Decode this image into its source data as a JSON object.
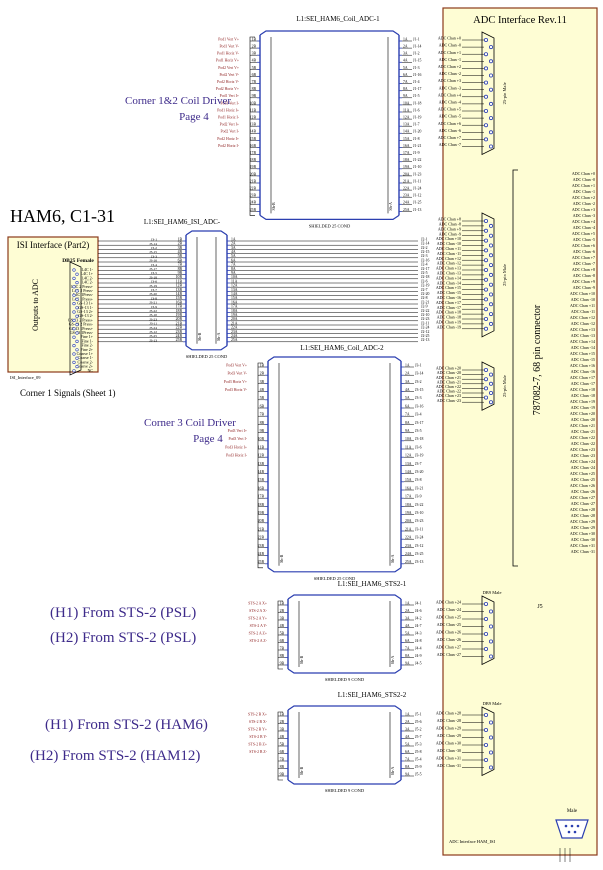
{
  "page": {
    "ham_title": "HAM6, C1-31",
    "corner12_label": "Corner 1&2 Coil Driver",
    "corner12_page": "Page 4",
    "corner3_label": "Corner 3 Coil Driver",
    "corner3_page": "Page 4",
    "corner1_signals": "Corner 1 Signals (Sheet 1)",
    "sts_h1_psl": "(H1)  From STS-2 (PSL)",
    "sts_h2_psl": "(H2)  From STS-2 (PSL)",
    "sts_h1_ham6": "(H1)  From STS-2 (HAM6)",
    "sts_h2_ham12": "(H2) From STS-2 (HAM12)",
    "footer_label": "ADC Interface HAM_ISI"
  },
  "isi_box": {
    "title": "ISI Interface (Part2)",
    "connector": "DB25 Female",
    "rotated": "Outputs to ADC",
    "footer": "ISI_Interface_09",
    "pins": [
      "L4C 1-",
      "L4C 1+",
      "L4C 2-",
      "L4C 2-",
      "L4C 2 Press+",
      "L4C 2 Press-",
      "L4C 1Press-",
      "L4C 1Press+",
      "GS-13 1+",
      "GS-13 1-",
      "GS-13 2+",
      "GS-13 2-",
      "GS-13 2 Press+",
      "GS-13 2 Press-",
      "GS-13 1Press+",
      "GS-13 1Press-",
      "Fine 1+",
      "Fine 1-",
      "Fine 2-",
      "Fine 2+",
      "Coarse 1+",
      "Coarse 1-",
      "Coarse 2-",
      "Coarse 2+",
      "NC"
    ]
  },
  "cables": {
    "coil_adc_1": "L1:SEI_HAM6_Coil_ADC-1",
    "isi_adc": "L1:SEI_HAM6_ISI_ADC-",
    "coil_adc_2": "L1:SEI_HAM6_Coil_ADC-2",
    "sts1": "L1:SEI_HAM6_STS2-1",
    "sts2": "L1:SEI_HAM6_STS2-2",
    "shielded_25": "SHIELDED 25 COND",
    "shielded_9": "SHIELDED 9 COND",
    "sh_a": "Sh-A",
    "sh_b": "Sh-B"
  },
  "adc_box": {
    "title": "ADC Interface Rev.11",
    "male25": "25-pin Male",
    "db9_male": "DB9 Male",
    "male": "Male",
    "conn1": [
      "ADC Chan +0",
      "ADC Chan -0",
      "ADC Chan +1",
      "ADC Chan -1",
      "ADC Chan +2",
      "ADC Chan -2",
      "ADC Chan +3",
      "ADC Chan -3",
      "ADC Chan +4",
      "ADC Chan -4",
      "ADC Chan +5",
      "ADC Chan -5",
      "ADC Chan +6",
      "ADC Chan -6",
      "ADC Chan +7",
      "ADC Chan -7"
    ],
    "conn2": [
      "ADC Chan +8",
      "ADC Chan -8",
      "ADC Chan +9",
      "ADC Chan -9",
      "ADC Chan +10",
      "ADC Chan -10",
      "ADC Chan +11",
      "ADC Chan -11",
      "ADC Chan +12",
      "ADC Chan -12",
      "ADC Chan +13",
      "ADC Chan -13",
      "ADC Chan +14",
      "ADC Chan -14",
      "ADC Chan +15",
      "ADC Chan -15",
      "ADC Chan -16",
      "ADC Chan +17",
      "ADC Chan -17",
      "ADC Chan +18",
      "ADC Chan -18",
      "ADC Chan +19",
      "ADC Chan -19"
    ],
    "conn3": [
      "ADC Chan +20",
      "ADC Chan -20",
      "ADC Chan +21",
      "ADC Chan -21",
      "ADC Chan +22",
      "ADC Chan -22",
      "ADC Chan +23",
      "ADC Chan -23"
    ],
    "conn4": [
      "ADC Chan +24",
      "ADC Chan -24",
      "ADC Chan +25",
      "ADC Chan -25",
      "ADC Chan +26",
      "ADC Chan -26",
      "ADC Chan +27",
      "ADC Chan -27"
    ],
    "conn5": [
      "ADC Chan +28",
      "ADC Chan -28",
      "ADC Chan +29",
      "ADC Chan -29",
      "ADC Chan +30",
      "ADC Chan -30",
      "ADC Chan +31",
      "ADC Chan -31"
    ]
  },
  "j5": {
    "label": "J5",
    "rotated": "787082-7, 68 pin connector",
    "pins": [
      "ADC Chan +0",
      "ADC Chan -0",
      "ADC Chan +1",
      "ADC Chan -1",
      "ADC Chan +2",
      "ADC Chan -2",
      "ADC Chan +3",
      "ADC Chan -3",
      "ADC Chan +4",
      "ADC Chan -4",
      "ADC Chan +5",
      "ADC Chan -5",
      "ADC Chan +6",
      "ADC Chan -6",
      "ADC Chan +7",
      "ADC Chan -7",
      "ADC Chan +8",
      "ADC Chan -8",
      "ADC Chan +9",
      "ADC Chan -9",
      "ADC Chan +10",
      "ADC Chan -10",
      "ADC Chan +11",
      "ADC Chan -11",
      "ADC Chan +12",
      "ADC Chan -12",
      "ADC Chan +13",
      "ADC Chan -13",
      "ADC Chan +14",
      "ADC Chan -14",
      "ADC Chan +15",
      "ADC Chan -15",
      "ADC Chan +16",
      "ADC Chan -16",
      "ADC Chan +17",
      "ADC Chan -17",
      "ADC Chan +18",
      "ADC Chan -18",
      "ADC Chan +19",
      "ADC Chan -19",
      "ADC Chan +20",
      "ADC Chan -20",
      "ADC Chan +21",
      "ADC Chan -21",
      "ADC Chan +22",
      "ADC Chan -22",
      "ADC Chan +23",
      "ADC Chan -23",
      "ADC Chan +24",
      "ADC Chan -24",
      "ADC Chan +25",
      "ADC Chan -25",
      "ADC Chan +26",
      "ADC Chan -26",
      "ADC Chan +27",
      "ADC Chan -27",
      "ADC Chan +28",
      "ADC Chan -28",
      "ADC Chan +29",
      "ADC Chan -29",
      "ADC Chan +30",
      "ADC Chan -30",
      "ADC Chan +31",
      "ADC Chan -31"
    ]
  },
  "coil1_signals": [
    "Pod1 Vert V+",
    "Pod1 Vert V-",
    "Pod1 Horiz V-",
    "Pod1 Horiz V+",
    "Pod2 Vert V+",
    "Pod2 Vert V-",
    "Pod2 Horiz V-",
    "Pod2 Horiz V+",
    "Pod1 Vert I+",
    "Pod1 Vert I-",
    "Pod1 Horiz I+",
    "Pod1 Horiz I-",
    "Pod2 Vert I+",
    "Pod2 Vert I-",
    "Pod2 Horiz I+",
    "Pod2 Horiz I-"
  ],
  "coil2_signals": [
    "Pod3 Vert V+",
    "Pod3 Vert V-",
    "Pod3 Horiz V+",
    "Pod3 Horiz V-",
    "Pod3 Vert I+",
    "Pod3 Vert I-",
    "Pod3 Horiz I+",
    "Pod3 Horiz I-"
  ],
  "sts1_signals": [
    "STS-2 A X+",
    "STS-2 A X-",
    "STS-2 A Y+",
    "STS-2 A Y-",
    "STS-2 A Z+",
    "STS-2 A Z-"
  ],
  "sts2_signals": [
    "STS-2 B X+",
    "STS-2 B X-",
    "STS-2 B Y+",
    "STS-2 B Y-",
    "STS-2 B Z+",
    "STS-2 B Z-"
  ],
  "coil1_j": [
    "J1-1",
    "J1-14",
    "J1-2",
    "J1-15",
    "J1-3",
    "J1-16",
    "J1-4",
    "J1-17",
    "J1-5",
    "J1-18",
    "J1-6",
    "J1-19",
    "J1-7",
    "J1-20",
    "J1-8",
    "J1-21",
    "J1-9",
    "J1-22",
    "J1-10",
    "J1-23",
    "J1-11",
    "J1-24",
    "J1-12",
    "J1-25",
    "J1-13"
  ],
  "isi_left_j": [
    "J3-1",
    "J3-14",
    "J3-2",
    "J3-15",
    "J3-3",
    "J3-16",
    "J3-4",
    "J3-17",
    "J3-5",
    "J3-18",
    "J3-6",
    "J3-19",
    "J3-7",
    "J3-20",
    "J3-8",
    "J3-21",
    "J3-9",
    "J3-22",
    "J3-10",
    "J3-23",
    "J3-11",
    "J3-24",
    "J3-12",
    "J3-25",
    "J3-13"
  ],
  "isi_right_j": [
    "J2-1",
    "J2-14",
    "J2-2",
    "J2-15",
    "J2-3",
    "J2-16",
    "J2-4",
    "J2-17",
    "J2-5",
    "J2-18",
    "J2-6",
    "J2-19",
    "J2-7",
    "J2-20",
    "J2-8",
    "J2-21",
    "J2-9",
    "J2-22",
    "J2-10",
    "J2-23",
    "J2-11",
    "J2-24",
    "J2-12",
    "J2-25",
    "J2-13"
  ],
  "coil2_j": [
    "J3-1",
    "J3-14",
    "J3-2",
    "J3-15",
    "J3-3",
    "J3-16",
    "J3-4",
    "J3-17",
    "J3-5",
    "J3-18",
    "J3-6",
    "J3-19",
    "J3-7",
    "J3-20",
    "J3-8",
    "J3-21",
    "J3-9",
    "J3-22",
    "J3-10",
    "J3-23",
    "J3-11",
    "J3-24",
    "J3-12",
    "J3-25",
    "J3-13"
  ],
  "sts1_j": [
    "J4-1",
    "J4-6",
    "J4-2",
    "J4-7",
    "J4-3",
    "J4-8",
    "J4-4",
    "J4-9",
    "J4-5"
  ],
  "sts2_j": [
    "J5-1",
    "J5-6",
    "J5-2",
    "J5-7",
    "J5-3",
    "J5-8",
    "J5-4",
    "J5-9",
    "J5-5"
  ],
  "pins25_b": [
    "1B",
    "2B",
    "3B",
    "4B",
    "5B",
    "6B",
    "7B",
    "8B",
    "9B",
    "10B",
    "11B",
    "12B",
    "13B",
    "14B",
    "15B",
    "16B",
    "17B",
    "18B",
    "19B",
    "20B",
    "21B",
    "22B",
    "23B",
    "24B",
    "25B"
  ],
  "pins25_a": [
    "1A",
    "2A",
    "3A",
    "4A",
    "5A",
    "6A",
    "7A",
    "8A",
    "9A",
    "10A",
    "11A",
    "12A",
    "13A",
    "14A",
    "15A",
    "16A",
    "17A",
    "18A",
    "19A",
    "20A",
    "21A",
    "22A",
    "23A",
    "24A",
    "25A"
  ],
  "pins9_b": [
    "1B",
    "2B",
    "3B",
    "4B",
    "5B",
    "6B",
    "7B",
    "8B",
    "9B"
  ],
  "pins9_a": [
    "1A",
    "2A",
    "3A",
    "4A",
    "5A",
    "6A",
    "7A",
    "8A",
    "9A"
  ],
  "colors": {
    "accent": "#3d2a8a",
    "wire": "#2b3fb0",
    "signal": "#8b1a1a",
    "box_fill": "#fefdd4",
    "box_stroke": "#8b3a1a"
  },
  "icons": {
    "db9_male": "db9-pin-icon"
  }
}
